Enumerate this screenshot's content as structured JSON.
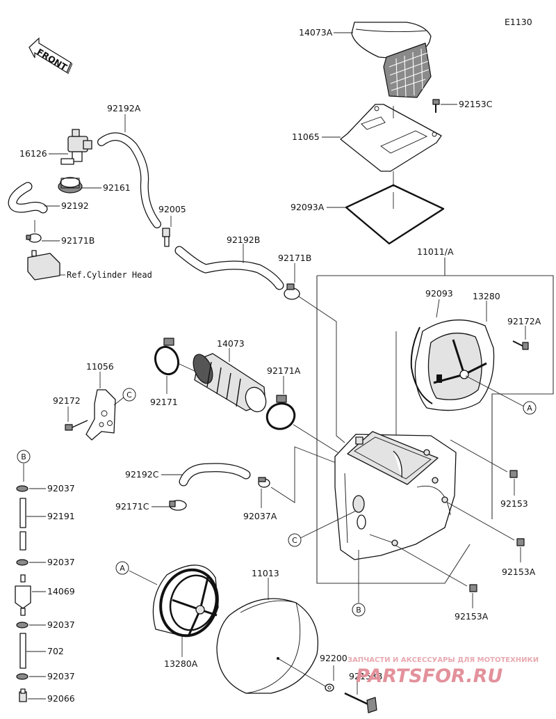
{
  "diagram": {
    "code": "E1130",
    "front_label": "FRONT",
    "ref_text": "Ref.Cylinder Head",
    "callouts": {
      "a": "A",
      "b": "B",
      "c": "C"
    },
    "parts": {
      "p14073A": "14073A",
      "p92153C": "92153C",
      "p11065": "11065",
      "p92093A": "92093A",
      "p11011A": "11011/A",
      "p92192A": "92192A",
      "p16126": "16126",
      "p92161": "92161",
      "p92192": "92192",
      "p92005": "92005",
      "p92171B_a": "92171B",
      "p92192B": "92192B",
      "p92171B_b": "92171B",
      "p92093": "92093",
      "p13280": "13280",
      "p92172A": "92172A",
      "p14073": "14073",
      "p11056": "11056",
      "p92171A": "92171A",
      "p92172": "92172",
      "p92171": "92171",
      "p92037_1": "92037",
      "p92191": "92191",
      "p92192C": "92192C",
      "p92171C": "92171C",
      "p92037A": "92037A",
      "p92153": "92153",
      "p92037_2": "92037",
      "p14069": "14069",
      "p92153A_1": "92153A",
      "p92037_3": "92037",
      "p11013": "11013",
      "p92153A_2": "92153A",
      "p702": "702",
      "p13280A": "13280A",
      "p92200": "92200",
      "p92037_4": "92037",
      "p92153B": "92153B",
      "p92066": "92066"
    }
  },
  "watermark": {
    "line1": "ЗАПЧАСТИ И АКСЕССУАРЫ ДЛЯ МОТОТЕХНИКИ",
    "line2": "PARTSFOR.RU"
  }
}
